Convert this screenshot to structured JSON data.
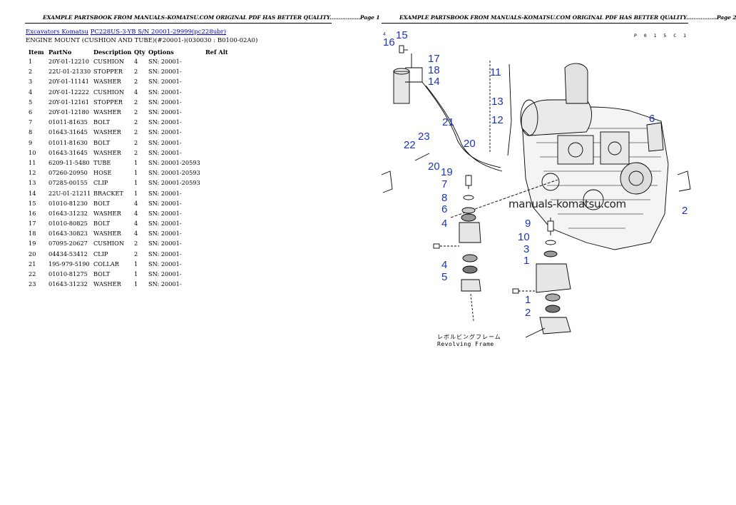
{
  "left_page": {
    "banner": "EXAMPLE PARTSBOOK FROM MANUALS-KOMATSU.COM ORIGINAL PDF HAS BETTER QUALITY.................Page 1",
    "breadcrumb": {
      "link1": "Excavators Komatsu",
      "link2": "PC228US-3-YB S/N 20001-29999(pc228ubr)"
    },
    "subtitle": "ENGINE MOUNT (CUSHION AND TUBE)(#20001-)(030030 : B0100-02A0)",
    "columns": [
      "Item",
      "PartNo",
      "Description",
      "Qty",
      "Options",
      "Ref Alt"
    ],
    "rows": [
      [
        "1",
        "20Y-01-12210",
        "CUSHION",
        "4",
        "SN: 20001-",
        ""
      ],
      [
        "2",
        "22U-01-21330",
        "STOPPER",
        "2",
        "SN: 20001-",
        ""
      ],
      [
        "3",
        "20Y-01-11141",
        "WASHER",
        "2",
        "SN: 20001-",
        ""
      ],
      [
        "4",
        "20Y-01-12222",
        "CUSHION",
        "4",
        "SN: 20001-",
        ""
      ],
      [
        "5",
        "20Y-01-12161",
        "STOPPER",
        "2",
        "SN: 20001-",
        ""
      ],
      [
        "6",
        "20Y-01-12180",
        "WASHER",
        "2",
        "SN: 20001-",
        ""
      ],
      [
        "7",
        "01011-81635",
        "BOLT",
        "2",
        "SN: 20001-",
        ""
      ],
      [
        "8",
        "01643-31645",
        "WASHER",
        "2",
        "SN: 20001-",
        ""
      ],
      [
        "9",
        "01011-81630",
        "BOLT",
        "2",
        "SN: 20001-",
        ""
      ],
      [
        "10",
        "01643-31645",
        "WASHER",
        "2",
        "SN: 20001-",
        ""
      ],
      [
        "11",
        "6209-11-5480",
        "TUBE",
        "1",
        "SN: 20001-20593",
        ""
      ],
      [
        "12",
        "07260-20950",
        "HOSE",
        "1",
        "SN: 20001-20593",
        ""
      ],
      [
        "13",
        "07285-00155",
        "CLIP",
        "1",
        "SN: 20001-20593",
        ""
      ],
      [
        "14",
        "22U-01-21211",
        "BRACKET",
        "1",
        "SN: 20001-",
        ""
      ],
      [
        "15",
        "01010-81230",
        "BOLT",
        "4",
        "SN: 20001-",
        ""
      ],
      [
        "16",
        "01643-31232",
        "WASHER",
        "4",
        "SN: 20001-",
        ""
      ],
      [
        "17",
        "01010-80825",
        "BOLT",
        "4",
        "SN: 20001-",
        ""
      ],
      [
        "18",
        "01643-30823",
        "WASHER",
        "4",
        "SN: 20001-",
        ""
      ],
      [
        "19",
        "07095-20627",
        "CUSHION",
        "2",
        "SN: 20001-",
        ""
      ],
      [
        "20",
        "04434-53412",
        "CLIP",
        "2",
        "SN: 20001-",
        ""
      ],
      [
        "21",
        "195-979-5190",
        "COLLAR",
        "1",
        "SN: 20001-",
        ""
      ],
      [
        "22",
        "01010-81275",
        "BOLT",
        "1",
        "SN: 20001-",
        ""
      ],
      [
        "23",
        "01643-31232",
        "WASHER",
        "1",
        "SN: 20001-",
        ""
      ]
    ]
  },
  "right_page": {
    "banner": "EXAMPLE PARTSBOOK FROM MANUALS-KOMATSU.COM ORIGINAL PDF HAS BETTER QUALITY.................Page 2",
    "drawing_code": "P 0 1 5 C 1",
    "watermark": "manuals-komatsu.com",
    "frame_label_jp": "レボルビングフレーム",
    "frame_label_en": "Revolving Frame",
    "callouts": [
      "15",
      "16",
      "4",
      "17",
      "18",
      "14",
      "11",
      "13",
      "12",
      "21",
      "23",
      "22",
      "20",
      "20",
      "19",
      "6",
      "7",
      "8",
      "6",
      "4",
      "9",
      "10",
      "3",
      "1",
      "4",
      "5",
      "1",
      "2",
      "2"
    ]
  }
}
